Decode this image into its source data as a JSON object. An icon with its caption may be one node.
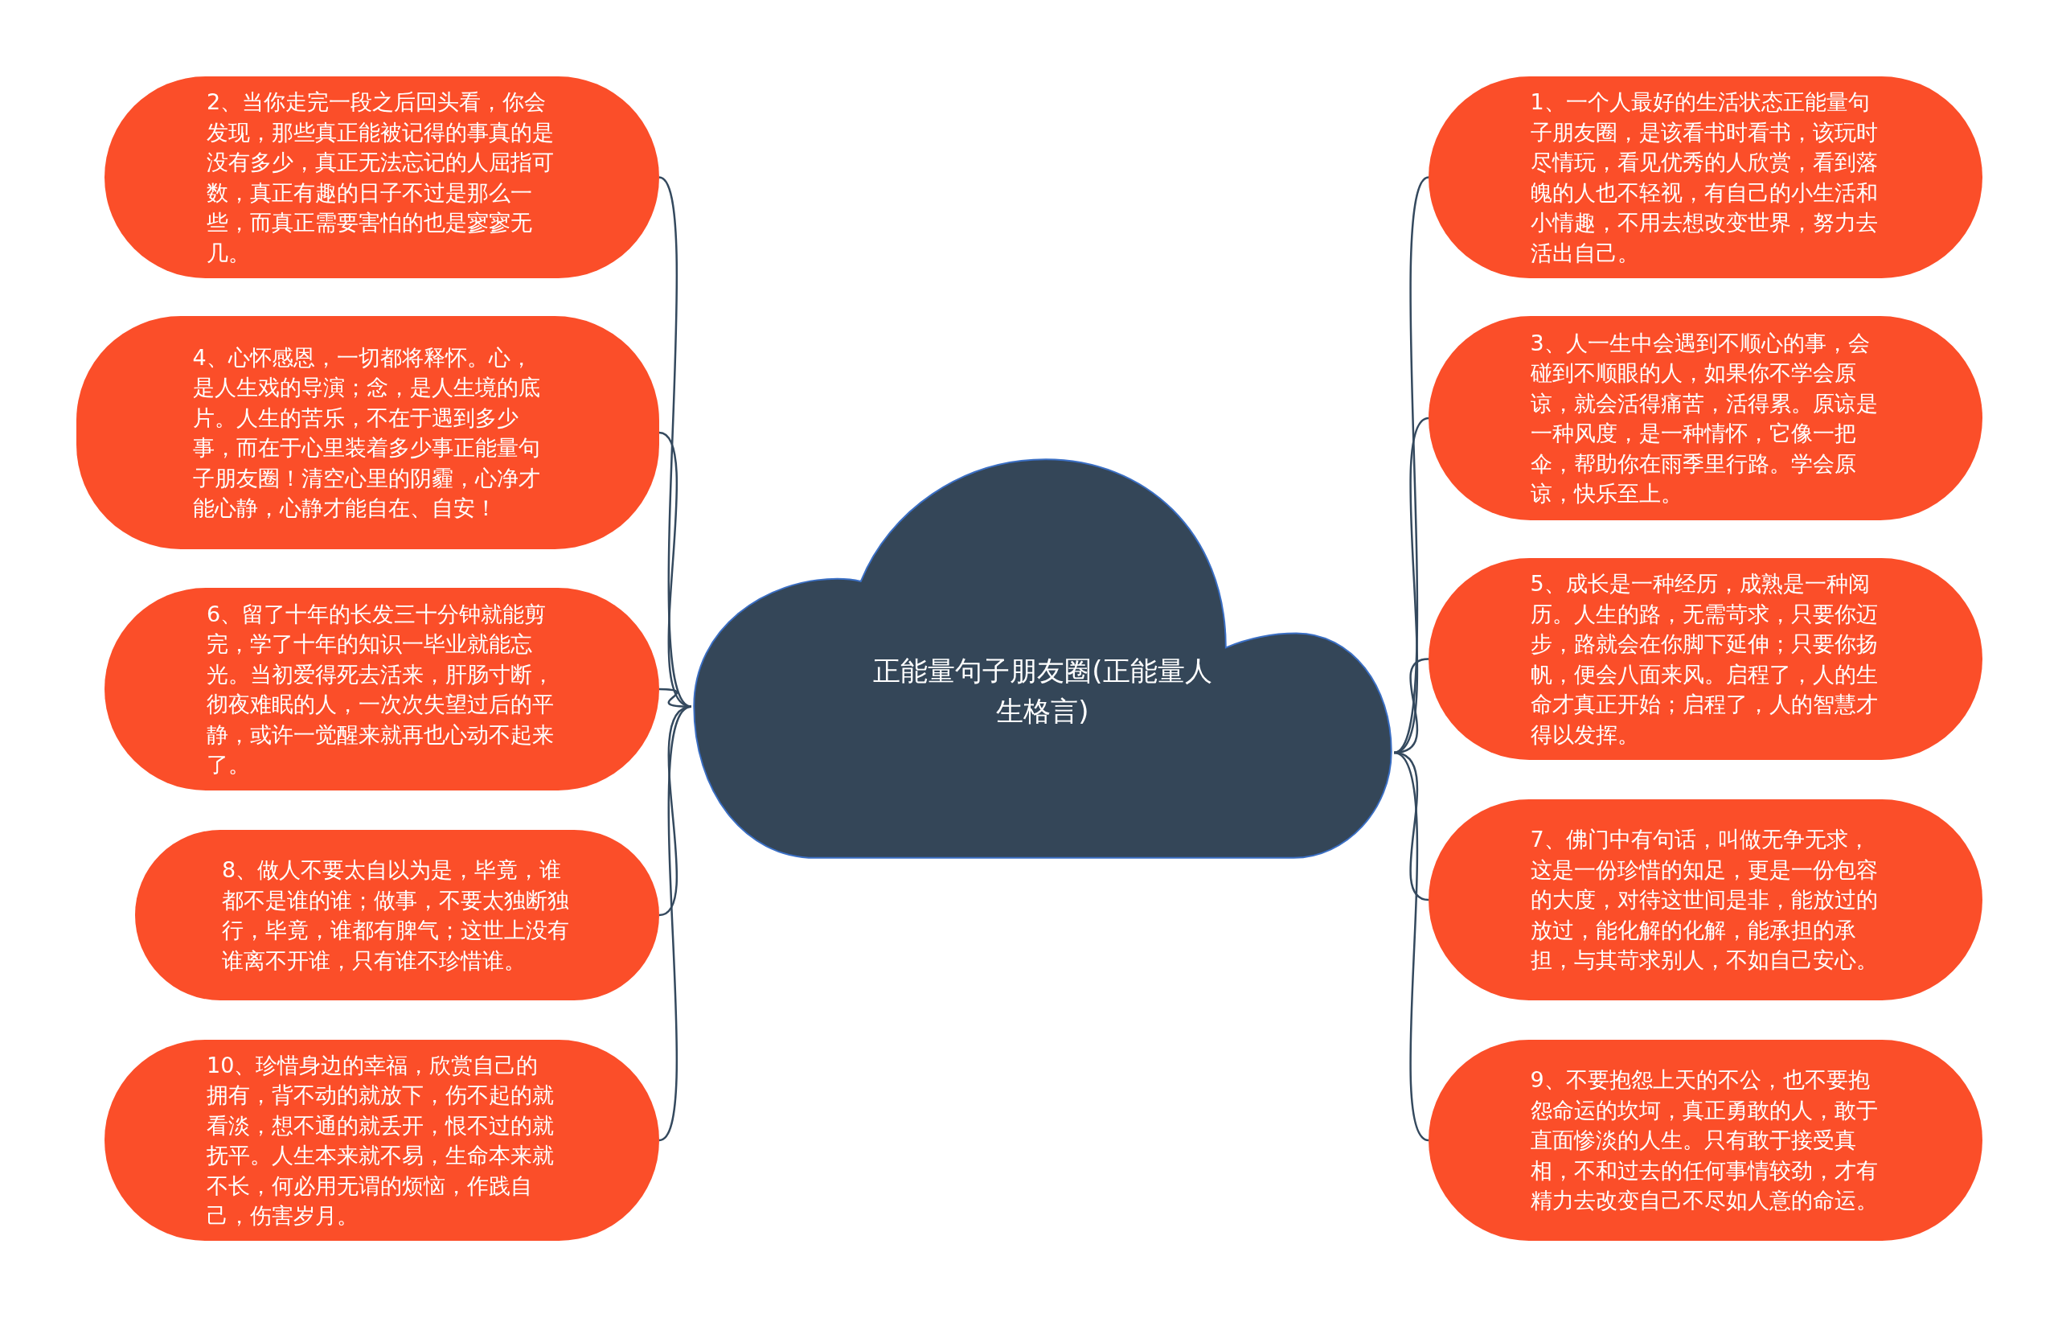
{
  "diagram": {
    "nodes": [
      {
        "text": [
          "正能量句子朋友圈(正能量人生格言)"
        ]
      },
      {
        "text": [
          "1、一个人最好的生活状态正能量句子朋友圈，是该看书时看书，该玩时尽情玩，看见优秀的人欣赏，看到落魄的人也不轻视，有自己的小生活和小情趣，不用去想改变世界，努力去活出自己。"
        ]
      },
      {
        "text": [
          "2、当你走完一段之后回头看，你会发现，那些真正能被记得的事真的是没有多少，真正无法忘记的人屈指可数，真正有趣的日子不过是那么一些，而真正需要害怕的也是寥寥无几。"
        ]
      },
      {
        "text": [
          "3、人一生中会遇到不顺心的事，会碰到不顺眼的人，如果你不学会原谅，就会活得痛苦，活得累。原谅是一种风度，是一种情怀，它像一把伞，帮助你在雨季里行路。学会原谅，快乐至上。"
        ]
      },
      {
        "text": [
          "4、心怀感恩，一切都将释怀。心，是人生戏的导演；念，是人生境的底片。人生的苦乐，不在于遇到多少事，而在于心里装着多少事正能量句子朋友圈！清空心里的阴霾，心净才能心静，心静才能自在、自安！"
        ]
      },
      {
        "text": [
          "5、成长是一种经历，成熟是一种阅历。人生的路，无需苛求，只要你迈步，路就会在你脚下延伸；只要你扬帆，便会八面来风。启程了，人的生命才真正开始；启程了，人的智慧才得以发挥。"
        ]
      },
      {
        "text": [
          "6、留了十年的长发三十分钟就能剪完，学了十年的知识一毕业就能忘光。当初爱得死去活来，肝肠寸断，彻夜难眠的人，一次次失望过后的平静，或许一觉醒来就再也心动不起来了。"
        ]
      },
      {
        "text": [
          "7、佛门中有句话，叫做无争无求，这是一份珍惜的知足，更是一份包容的大度，对待这世间是非，能放过的放过，能化解的化解，能承担的承担，与其苛求别人，不如自己安心。"
        ]
      },
      {
        "text": [
          "8、做人不要太自以为是，毕竟，谁都不是谁的谁；做事，不要太独断独行，毕竟，谁都有脾气；这世上没有谁离不开谁，只有谁不珍惜谁。"
        ]
      },
      {
        "text": [
          "9、不要抱怨上天的不公，也不要抱怨命运的坎坷，真正勇敢的人，敢于直面惨淡的人生。只有敢于接受真相，不和过去的任何事情较劲，才有精力去改变自己不尽如人意的命运。"
        ]
      },
      {
        "text": [
          "10、珍惜身边的幸福，欣赏自己的拥有，背不动的就放下，伤不起的就看淡，想不通的就丢开，恨不过的就抚平。人生本来就不易，生命本来就不长，何必用无谓的烦恼，作践自己，伤害岁月。"
        ]
      }
    ],
    "edges": [
      {
        "from": 0,
        "to": 1,
        "arrow": "none"
      },
      {
        "from": 0,
        "to": 2,
        "arrow": "none"
      },
      {
        "from": 0,
        "to": 3,
        "arrow": "none"
      },
      {
        "from": 0,
        "to": 4,
        "arrow": "none"
      },
      {
        "from": 0,
        "to": 5,
        "arrow": "none"
      },
      {
        "from": 0,
        "to": 6,
        "arrow": "none"
      },
      {
        "from": 0,
        "to": 7,
        "arrow": "none"
      },
      {
        "from": 0,
        "to": 8,
        "arrow": "none"
      },
      {
        "from": 0,
        "to": 9,
        "arrow": "none"
      },
      {
        "from": 0,
        "to": 10,
        "arrow": "none"
      }
    ]
  }
}
